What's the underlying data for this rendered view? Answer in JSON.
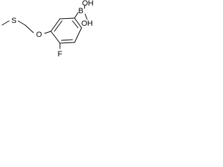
{
  "molecule": {
    "atoms": {
      "s": "S",
      "o": "O",
      "f": "F",
      "b": "B",
      "oh_top": "OH",
      "oh_right": "OH"
    }
  }
}
